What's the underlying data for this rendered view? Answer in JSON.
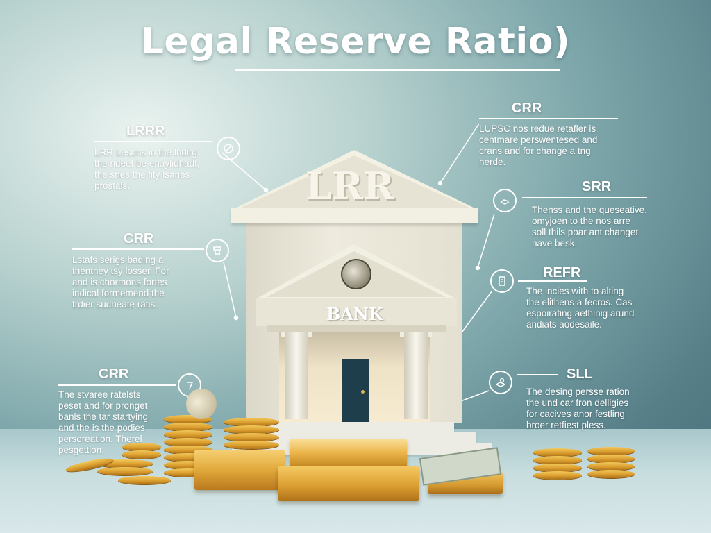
{
  "title": "Legal Reserve Ratio)",
  "building": {
    "roof_sign": "LRR",
    "bank_sign": "BANK"
  },
  "panels": {
    "top_left": {
      "label": "LRRR",
      "text": "LRR Lesuns in the lndirg\nthe ndeef be enaylidhadt,\nthe snes the fity lsanes\nprostals."
    },
    "top_right": {
      "label": "CRR",
      "text": "LUPSC nos redue retafler is\ncentmare perswentesed and\ncrans and for change a tng\nherde."
    },
    "mid_left": {
      "label": "CRR",
      "text": "Lstafs serigs bading a\nthentney tsy losser. For\nand is chormons fortes\nindical formemend the\ntrdier sudneate ratis."
    },
    "mid_right_srr": {
      "label": "SRR",
      "text": "Thenss and the queseative.\nomyjoen to the nos arre\nsoll thils poar ant changet\nnave besk."
    },
    "mid_right_refr": {
      "label": "REFR",
      "text": "The incies with to alting\nthe elithens a fecros. Cas\nespoirating aethinig arund\nandiats aodesaile."
    },
    "bottom_left": {
      "label": "CRR",
      "text": "The stvaree ratelsts\npeset and for pronget\nbanls the tar startying\nand the is the podies\npersoreation. Therel\npesgettion."
    },
    "bottom_right": {
      "label": "SLL",
      "text": "The desing persse ration\nthe und car fron delligies\nfor cacives anor festling\nbroer retfiest pless."
    }
  },
  "icons": [
    "bank-note-icon",
    "cash-hand-icon",
    "document-icon",
    "hand-coin-icon",
    "mortar-icon",
    "tag-icon"
  ],
  "colors": {
    "background": "#6f9aa0",
    "text": "#ffffff",
    "gold": "#e0a83a",
    "door": "#1f3e4c"
  }
}
